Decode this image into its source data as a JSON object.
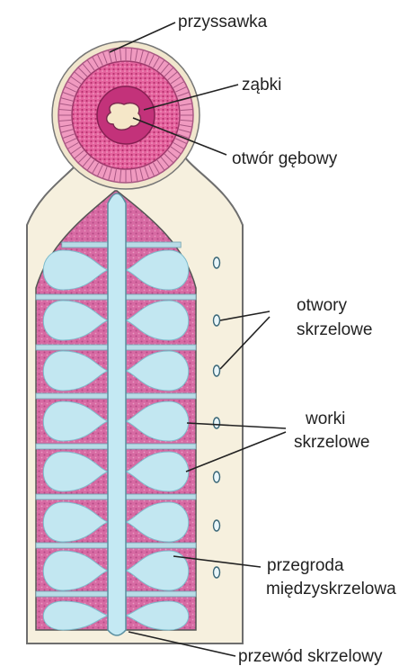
{
  "labels": {
    "przyssawka": "przyssawka",
    "zabki": "ząbki",
    "otwor_gebowy": "otwór gębowy",
    "otwory_1": "otwory",
    "otwory_2": "skrzelowe",
    "worki_1": "worki",
    "worki_2": "skrzelowe",
    "przegroda_1": "przegroda",
    "przegroda_2": "międzyskrzelowa",
    "przewod": "przewód skrzelowy"
  },
  "colors": {
    "body": "#f6f0de",
    "outline": "#6e6e6e",
    "tissue": "#c85f9a",
    "tissue_light": "#d787b6",
    "sac": "#bfe6f0",
    "sac_edge": "#8fcfe0",
    "sucker_ring": "#e78cb7",
    "sucker_core": "#d94f8d"
  }
}
